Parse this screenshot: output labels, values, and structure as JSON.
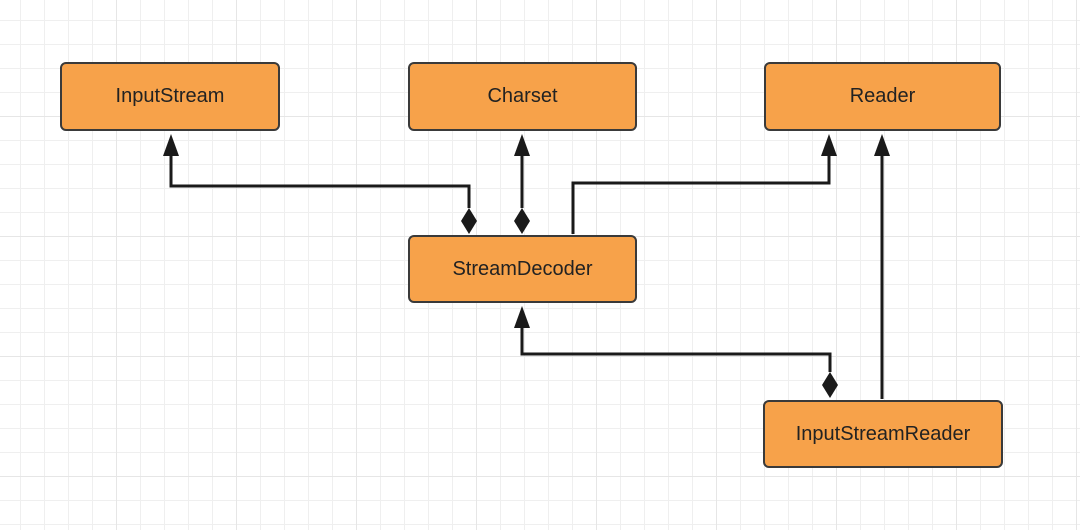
{
  "diagram": {
    "colors": {
      "node_fill": "#f7a24a",
      "node_border": "#3a3a3a",
      "line": "#1a1a1a",
      "text": "#222222"
    },
    "nodes": [
      {
        "id": "InputStream",
        "label": "InputStream"
      },
      {
        "id": "Charset",
        "label": "Charset"
      },
      {
        "id": "Reader",
        "label": "Reader"
      },
      {
        "id": "StreamDecoder",
        "label": "StreamDecoder"
      },
      {
        "id": "InputStreamReader",
        "label": "InputStreamReader"
      }
    ],
    "edges": [
      {
        "from": "StreamDecoder",
        "to": "InputStream",
        "relation": "composition",
        "source_end": "filled-diamond",
        "target_end": "filled-arrow"
      },
      {
        "from": "StreamDecoder",
        "to": "Charset",
        "relation": "composition",
        "source_end": "filled-diamond",
        "target_end": "filled-arrow"
      },
      {
        "from": "StreamDecoder",
        "to": "Reader",
        "relation": "inheritance",
        "source_end": "none",
        "target_end": "filled-arrow"
      },
      {
        "from": "InputStreamReader",
        "to": "StreamDecoder",
        "relation": "composition",
        "source_end": "filled-diamond",
        "target_end": "filled-arrow"
      },
      {
        "from": "InputStreamReader",
        "to": "Reader",
        "relation": "inheritance",
        "source_end": "none",
        "target_end": "filled-arrow"
      }
    ]
  }
}
